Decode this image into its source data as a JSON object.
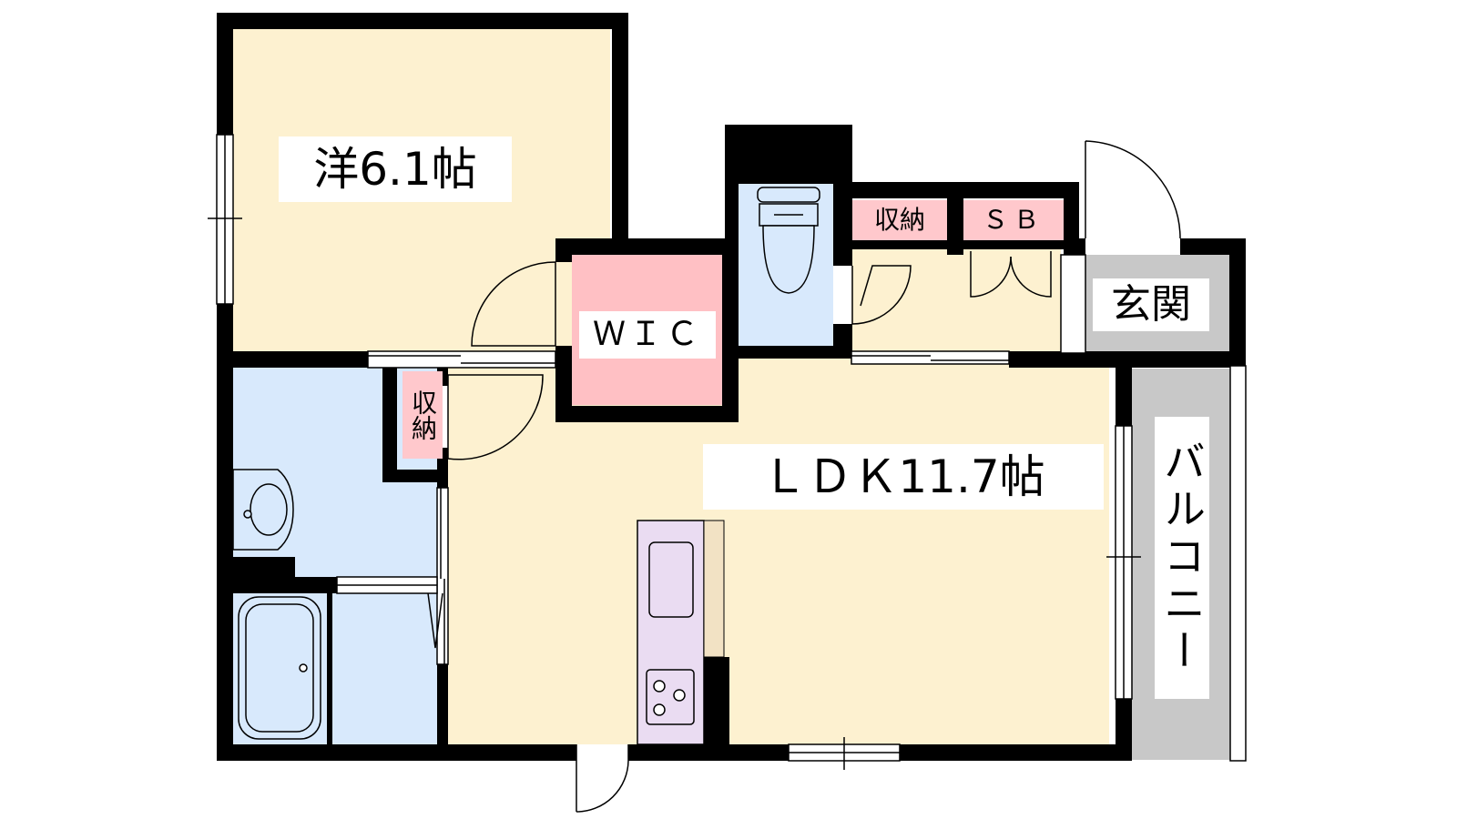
{
  "rooms": {
    "western": "洋6.1帖",
    "wic": "ＷＩＣ",
    "storage_top": "収納",
    "shoe_box": "ＳＢ",
    "entrance": "玄関",
    "storage_left": "収納",
    "ldk": "ＬＤＫ11.7帖",
    "balcony": "バルコニー"
  },
  "colors": {
    "wall": "#000000",
    "living_floor": "#fdf1d0",
    "wet_area": "#d8e9fc",
    "wic": "#ffc0c4",
    "entrance": "#c8c8c8",
    "balcony": "#c8c8c8",
    "kitchen": "#eadcf2",
    "counter": "#f2e2c4",
    "storage_label": "#ffc8cc"
  }
}
